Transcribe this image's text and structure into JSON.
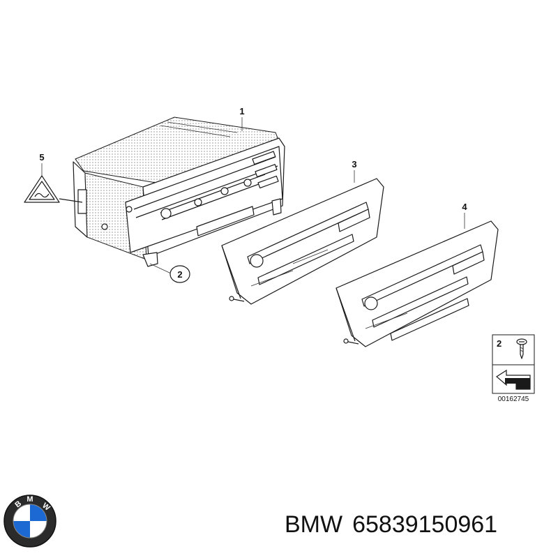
{
  "diagram": {
    "callouts": {
      "radio_unit": "1",
      "screw": "2",
      "panel_a": "3",
      "panel_b": "4",
      "warning_label": "5"
    },
    "legend": {
      "item_number": "2",
      "reference_code": "00162745"
    }
  },
  "footer": {
    "brand": "BMW",
    "part_number": "65839150961"
  },
  "logo": {
    "letters": "BMW",
    "colors": {
      "blue": "#1c69d4",
      "white": "#ffffff",
      "ring": "#111111"
    }
  },
  "icons": [
    "warning-label-icon",
    "screw-icon",
    "arrow-icon",
    "bmw-logo-icon"
  ]
}
